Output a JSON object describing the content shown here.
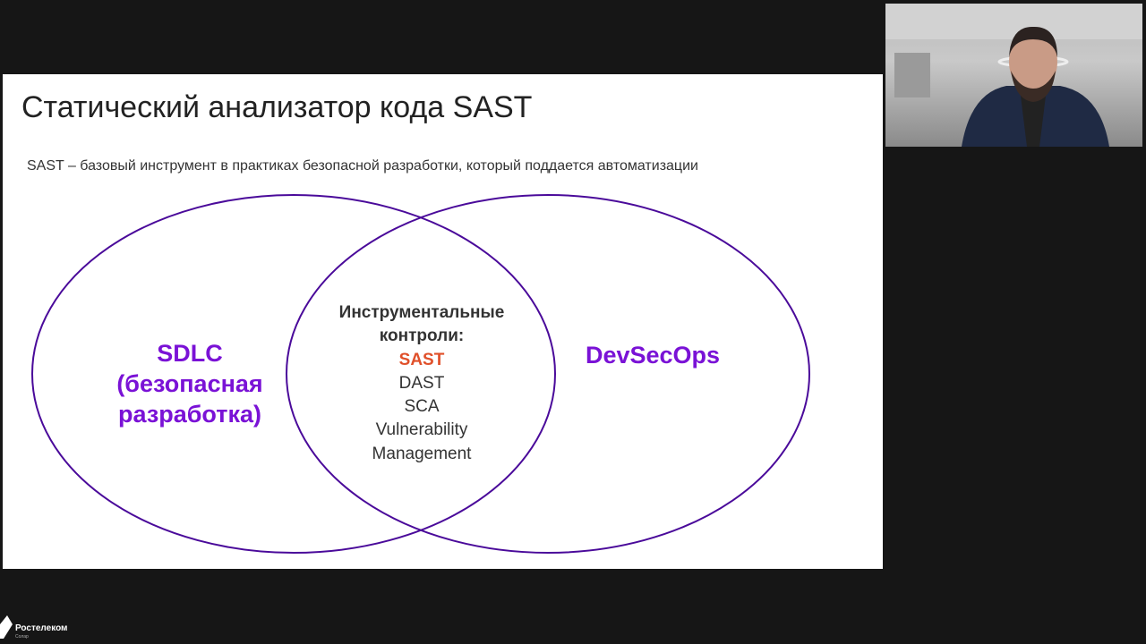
{
  "slide": {
    "title": "Статический анализатор кода SAST",
    "subtitle": "SAST – базовый инструмент в практиках безопасной разработки, который поддается автоматизации",
    "left_circle": [
      "SDLC",
      "(безопасная",
      "разработка)"
    ],
    "right_circle": "DevSecOps",
    "intersection": {
      "heading": [
        "Инструментальные",
        "контроли:"
      ],
      "highlight": "SAST",
      "items": [
        "DAST",
        "SCA",
        "Vulnerability",
        "Management"
      ]
    },
    "colors": {
      "circle_stroke": "#4a0a9a",
      "label": "#7a12d6",
      "highlight": "#e0502a"
    }
  },
  "logo": {
    "name": "Ростелеком",
    "sub": "Солар"
  },
  "webcam": {
    "icon": "speaker-video"
  }
}
